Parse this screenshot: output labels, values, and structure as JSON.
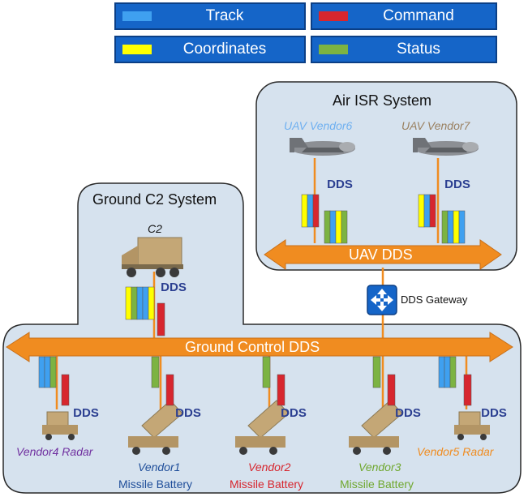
{
  "legend": [
    {
      "label": "Track",
      "color": "#3fa0f0"
    },
    {
      "label": "Command",
      "color": "#d7262e"
    },
    {
      "label": "Coordinates",
      "color": "#ffff00"
    },
    {
      "label": "Status",
      "color": "#7cb342"
    }
  ],
  "panels": {
    "air_isr": {
      "title": "Air ISR System"
    },
    "ground_c2": {
      "title": "Ground C2 System"
    }
  },
  "nodes": {
    "uav6": {
      "label": "UAV Vendor6",
      "color": "#6fb0f0"
    },
    "uav7": {
      "label": "UAV Vendor7",
      "color": "#9a8060"
    },
    "c2": {
      "label": "C2"
    },
    "vendor4": {
      "label": "Vendor4 Radar",
      "color": "#7030a0"
    },
    "vendor1": {
      "line1": "Vendor1",
      "line2": "Missile Battery",
      "color": "#1f4e9a"
    },
    "vendor2": {
      "line1": "Vendor2",
      "line2": "Missile Battery",
      "color": "#d7262e"
    },
    "vendor3": {
      "line1": "Vendor3",
      "line2": "Missile Battery",
      "color": "#70a830"
    },
    "vendor5": {
      "label": "Vendor5 Radar",
      "color": "#f08c20"
    }
  },
  "buses": {
    "uav": {
      "label": "UAV DDS"
    },
    "ground": {
      "label": "Ground Control DDS"
    }
  },
  "gateway": {
    "label": "DDS Gateway"
  },
  "dds_badge": "DDS"
}
